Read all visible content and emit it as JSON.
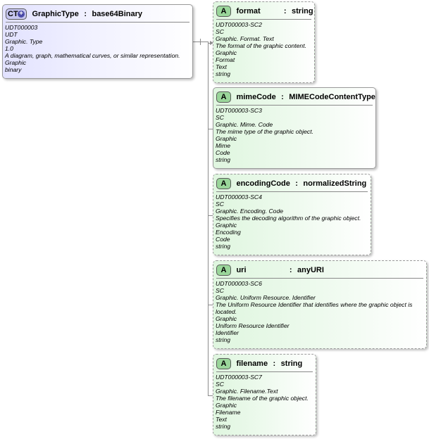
{
  "complex_type": {
    "badge": "CT",
    "badge_plus": "+",
    "name": "GraphicType",
    "separator": ":",
    "type": "base64Binary",
    "lines": [
      "UDT000003",
      "UDT",
      "Graphic. Type",
      "1.0",
      "A diagram, graph, mathematical curves, or similar representation.",
      "Graphic",
      "binary"
    ]
  },
  "attributes": [
    {
      "badge": "A",
      "name": "format",
      "separator": ":",
      "type": "string",
      "lines": [
        "UDT000003-SC2",
        "SC",
        "Graphic. Format. Text",
        "The format of the graphic content.",
        "Graphic",
        "Format",
        "Text",
        "string"
      ]
    },
    {
      "badge": "A",
      "name": "mimeCode",
      "separator": ":",
      "type": "MIMECodeContentType",
      "lines": [
        "UDT000003-SC3",
        "SC",
        "Graphic. Mime. Code",
        "The mime type of the graphic object.",
        "Graphic",
        "Mime",
        "Code",
        "string"
      ]
    },
    {
      "badge": "A",
      "name": "encodingCode",
      "separator": ":",
      "type": "normalizedString",
      "lines": [
        "UDT000003-SC4",
        "SC",
        "Graphic. Encoding. Code",
        "Specifies the decoding algorithm of the graphic object.",
        "Graphic",
        "Encoding",
        "Code",
        "string"
      ]
    },
    {
      "badge": "A",
      "name": "uri",
      "separator": ":",
      "type": "anyURI",
      "lines": [
        "UDT000003-SC6",
        "SC",
        "Graphic. Uniform Resource. Identifier",
        "The Uniform Resource Identifier that identifies where the graphic object is located.",
        "Graphic",
        "Uniform Resource Identifier",
        "Identifier",
        "string"
      ]
    },
    {
      "badge": "A",
      "name": "filename",
      "separator": ":",
      "type": "string",
      "lines": [
        "UDT000003-SC7",
        "SC",
        "Graphic. Filename.Text",
        "The filename of the graphic object.",
        "Graphic",
        "Filename",
        "Text",
        "string"
      ]
    }
  ]
}
